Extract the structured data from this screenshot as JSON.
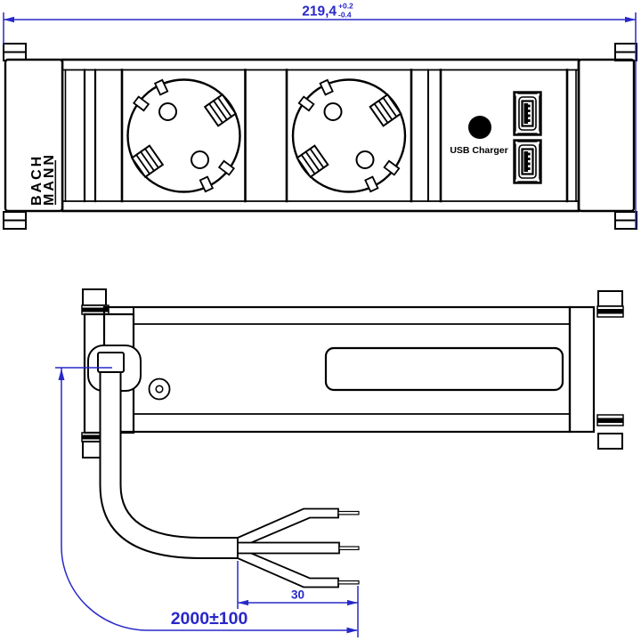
{
  "drawing": {
    "type": "technical-drawing",
    "product": "power-strip-with-usb-charger",
    "views": [
      "front-view",
      "side-view-with-cable"
    ],
    "socket_count": 2,
    "usb_port_count": 2
  },
  "brand": {
    "line1": "BACH",
    "line2": "MANN"
  },
  "usb_module": {
    "label": "USB Charger"
  },
  "dimensions": {
    "overall_length": "219,4",
    "overall_tol_plus": "+0.2",
    "overall_tol_minus": "-0.4",
    "cable_length": "2000±100",
    "strip_length": "30"
  },
  "colors": {
    "line": "#000000",
    "dimension": "#2828c8",
    "background": "#ffffff"
  }
}
